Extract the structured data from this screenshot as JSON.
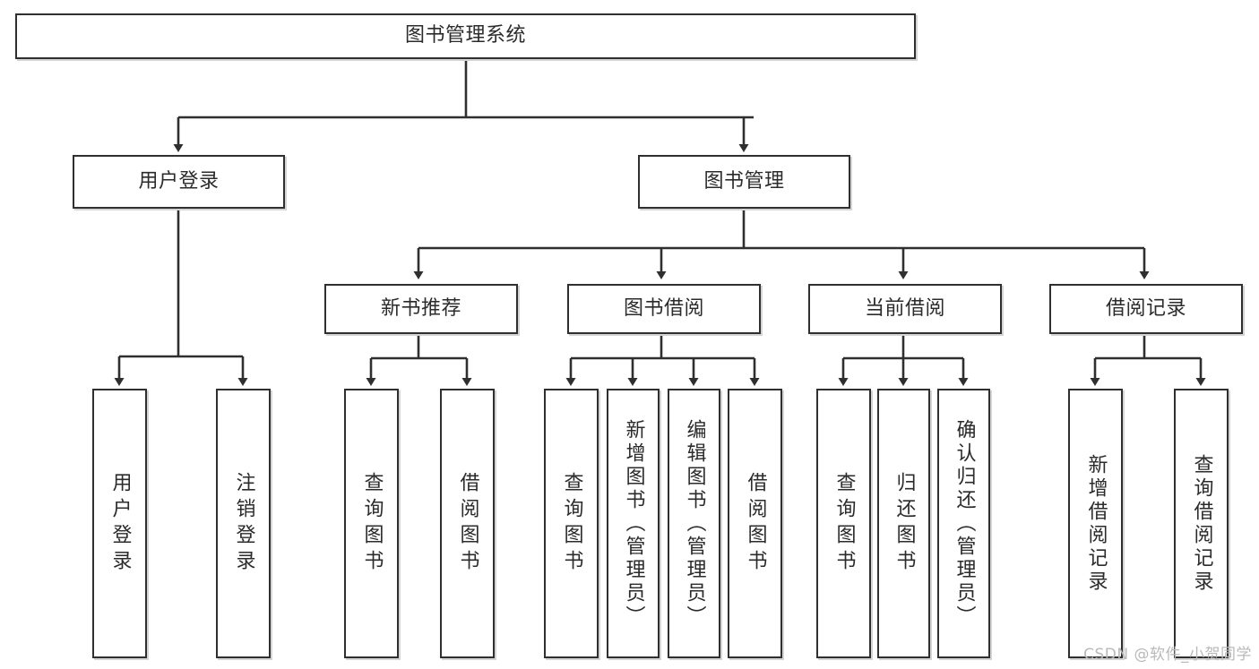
{
  "diagram": {
    "title_node": {
      "label": "图书管理系统"
    },
    "level1": [
      {
        "label": "用户登录"
      },
      {
        "label": "图书管理"
      }
    ],
    "level2": [
      {
        "label": "新书推荐"
      },
      {
        "label": "图书借阅"
      },
      {
        "label": "当前借阅"
      },
      {
        "label": "借阅记录"
      }
    ],
    "leaves": {
      "user_login": [
        {
          "label": "用户登录"
        },
        {
          "label": "注销登录"
        }
      ],
      "new_book_recommend": [
        {
          "label": "查询图书"
        },
        {
          "label": "借阅图书"
        }
      ],
      "book_borrow": [
        {
          "label": "查询图书"
        },
        {
          "label": "新增图书（管理员）"
        },
        {
          "label": "编辑图书（管理员）"
        },
        {
          "label": "借阅图书"
        }
      ],
      "current_borrow": [
        {
          "label": "查询图书"
        },
        {
          "label": "归还图书"
        },
        {
          "label": "确认归还（管理员）"
        }
      ],
      "borrow_record": [
        {
          "label": "新增借阅记录"
        },
        {
          "label": "查询借阅记录"
        }
      ]
    }
  },
  "watermark": {
    "text": "CSDN @软件_小贺同学"
  },
  "colors": {
    "background": "#ffffff",
    "border": "#2f2f2f",
    "shadow": "#d4d4d4",
    "text": "#2b2b2b",
    "watermark": "#b9b9b9"
  }
}
